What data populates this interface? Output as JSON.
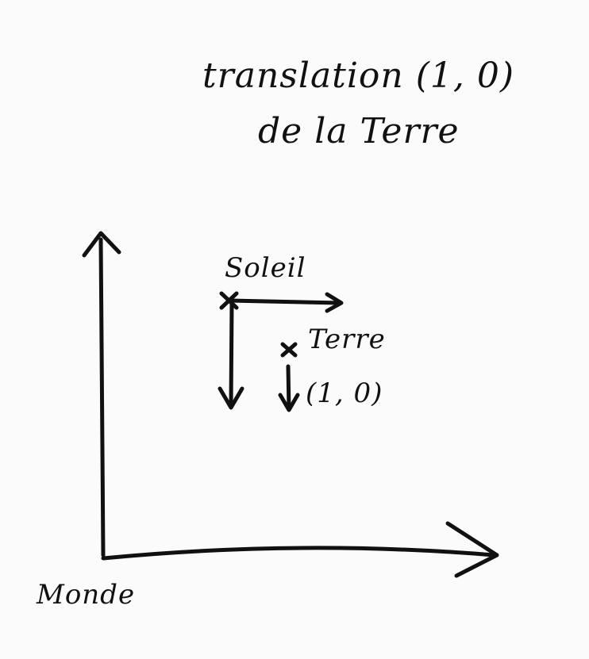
{
  "title": {
    "line1": "translation (1, 0)",
    "line2": "de la Terre"
  },
  "labels": {
    "sun": "Soleil",
    "earth": "Terre",
    "earth_coords": "(1, 0)",
    "world": "Monde"
  },
  "colors": {
    "ink": "#111111",
    "paper": "#fbfbfb"
  }
}
